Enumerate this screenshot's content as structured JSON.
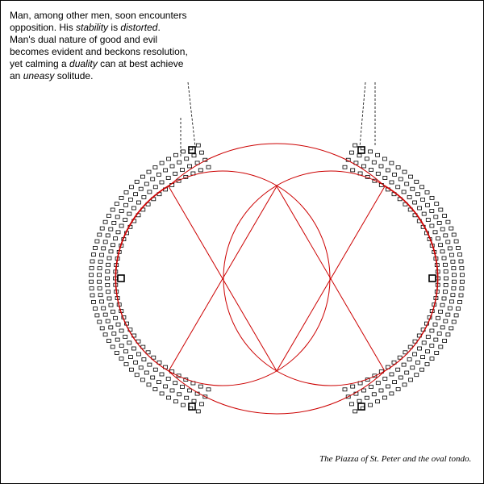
{
  "intro": {
    "line1": "Man, among other men, soon encounters opposition. His ",
    "word_stability": "stability",
    "line2": " is ",
    "word_distorted": "distorted",
    "line3": ".",
    "line4": "Man's dual nature of good and evil becomes evident and beckons resolution, yet calming a ",
    "word_duality": "duality",
    "line5": " can at best achieve an ",
    "word_uneasy": "uneasy",
    "line6": " solitude."
  },
  "caption": "The Piazza of St. Peter and the oval tondo.",
  "colors": {
    "construction": "#cc0000",
    "colonnade": "#000000",
    "background": "#ffffff"
  }
}
